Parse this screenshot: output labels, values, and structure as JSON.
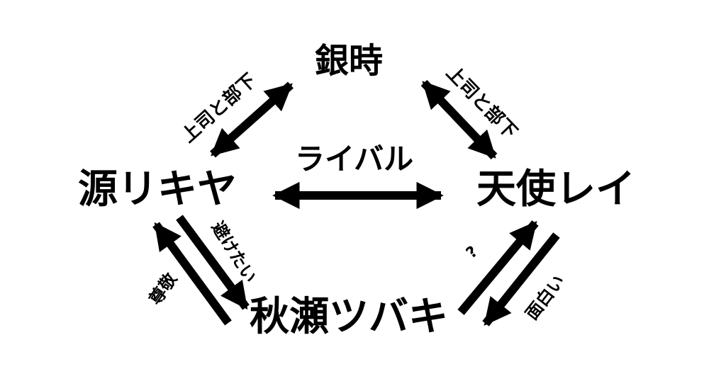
{
  "colors": {
    "ink": "#000000",
    "background": "#ffffff"
  },
  "nodes": {
    "gintoki": "銀時",
    "rikiya": "源リキヤ",
    "rei": "天使レイ",
    "tsubaki": "秋瀬ツバキ"
  },
  "edges": {
    "gintoki_rikiya": "上司と部下",
    "gintoki_rei": "上司と部下",
    "rikiya_rei": "ライバル",
    "rikiya_to_tsubaki": "避けたい",
    "tsubaki_to_rikiya": "尊敬",
    "tsubaki_to_rei": "?",
    "rei_to_tsubaki": "面白い"
  }
}
